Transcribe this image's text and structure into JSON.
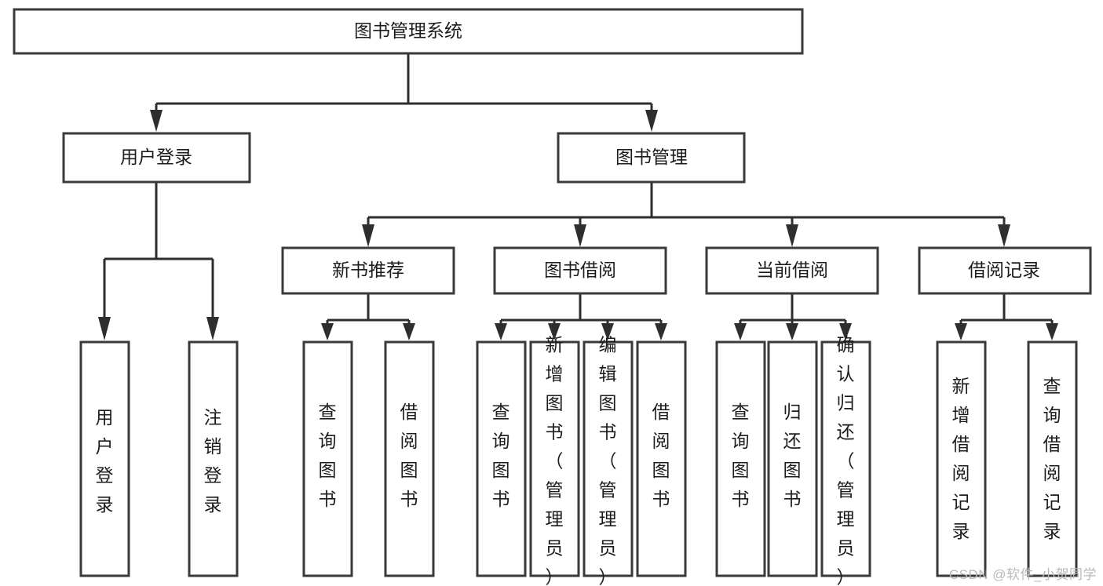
{
  "diagram": {
    "type": "tree",
    "title": "图书管理系统",
    "orientation": "top-down",
    "watermark": "CSDN @软件_小贺同学",
    "colors": {
      "box_stroke": "#3a3a3a",
      "box_fill": "#ffffff",
      "connector": "#2e2e2e",
      "text": "#1c1c1c",
      "watermark": "#b9b9b9",
      "background": "#ffffff"
    },
    "nodes": {
      "root": {
        "label": "图书管理系统",
        "level": 1
      },
      "user_login": {
        "label": "用户登录",
        "level": 2
      },
      "book_manage": {
        "label": "图书管理",
        "level": 2
      },
      "new_book_rec": {
        "label": "新书推荐",
        "level": 3
      },
      "book_borrow": {
        "label": "图书借阅",
        "level": 3
      },
      "current_borrow": {
        "label": "当前借阅",
        "level": 3
      },
      "borrow_record": {
        "label": "借阅记录",
        "level": 3
      },
      "leaf_user_login": {
        "label": "用户登录",
        "level": 4
      },
      "leaf_logout": {
        "label": "注销登录",
        "level": 4
      },
      "leaf_query_book_1": {
        "label": "查询图书",
        "level": 4
      },
      "leaf_borrow_book_1": {
        "label": "借阅图书",
        "level": 4
      },
      "leaf_query_book_2": {
        "label": "查询图书",
        "level": 4
      },
      "leaf_add_book": {
        "label": "新增图书（管理员）",
        "level": 4
      },
      "leaf_edit_book": {
        "label": "编辑图书（管理员）",
        "level": 4
      },
      "leaf_borrow_book_2": {
        "label": "借阅图书",
        "level": 4
      },
      "leaf_query_book_3": {
        "label": "查询图书",
        "level": 4
      },
      "leaf_return_book": {
        "label": "归还图书",
        "level": 4
      },
      "leaf_confirm_return": {
        "label": "确认归还（管理员）",
        "level": 4
      },
      "leaf_add_record": {
        "label": "新增借阅记录",
        "level": 4
      },
      "leaf_query_record": {
        "label": "查询借阅记录",
        "level": 4
      }
    },
    "edges": [
      {
        "from": "root",
        "to": "user_login"
      },
      {
        "from": "root",
        "to": "book_manage"
      },
      {
        "from": "user_login",
        "to": "leaf_user_login"
      },
      {
        "from": "user_login",
        "to": "leaf_logout"
      },
      {
        "from": "book_manage",
        "to": "new_book_rec"
      },
      {
        "from": "book_manage",
        "to": "book_borrow"
      },
      {
        "from": "book_manage",
        "to": "current_borrow"
      },
      {
        "from": "book_manage",
        "to": "borrow_record"
      },
      {
        "from": "new_book_rec",
        "to": "leaf_query_book_1"
      },
      {
        "from": "new_book_rec",
        "to": "leaf_borrow_book_1"
      },
      {
        "from": "book_borrow",
        "to": "leaf_query_book_2"
      },
      {
        "from": "book_borrow",
        "to": "leaf_add_book"
      },
      {
        "from": "book_borrow",
        "to": "leaf_edit_book"
      },
      {
        "from": "book_borrow",
        "to": "leaf_borrow_book_2"
      },
      {
        "from": "current_borrow",
        "to": "leaf_query_book_3"
      },
      {
        "from": "current_borrow",
        "to": "leaf_return_book"
      },
      {
        "from": "current_borrow",
        "to": "leaf_confirm_return"
      },
      {
        "from": "borrow_record",
        "to": "leaf_add_record"
      },
      {
        "from": "borrow_record",
        "to": "leaf_query_record"
      }
    ]
  }
}
